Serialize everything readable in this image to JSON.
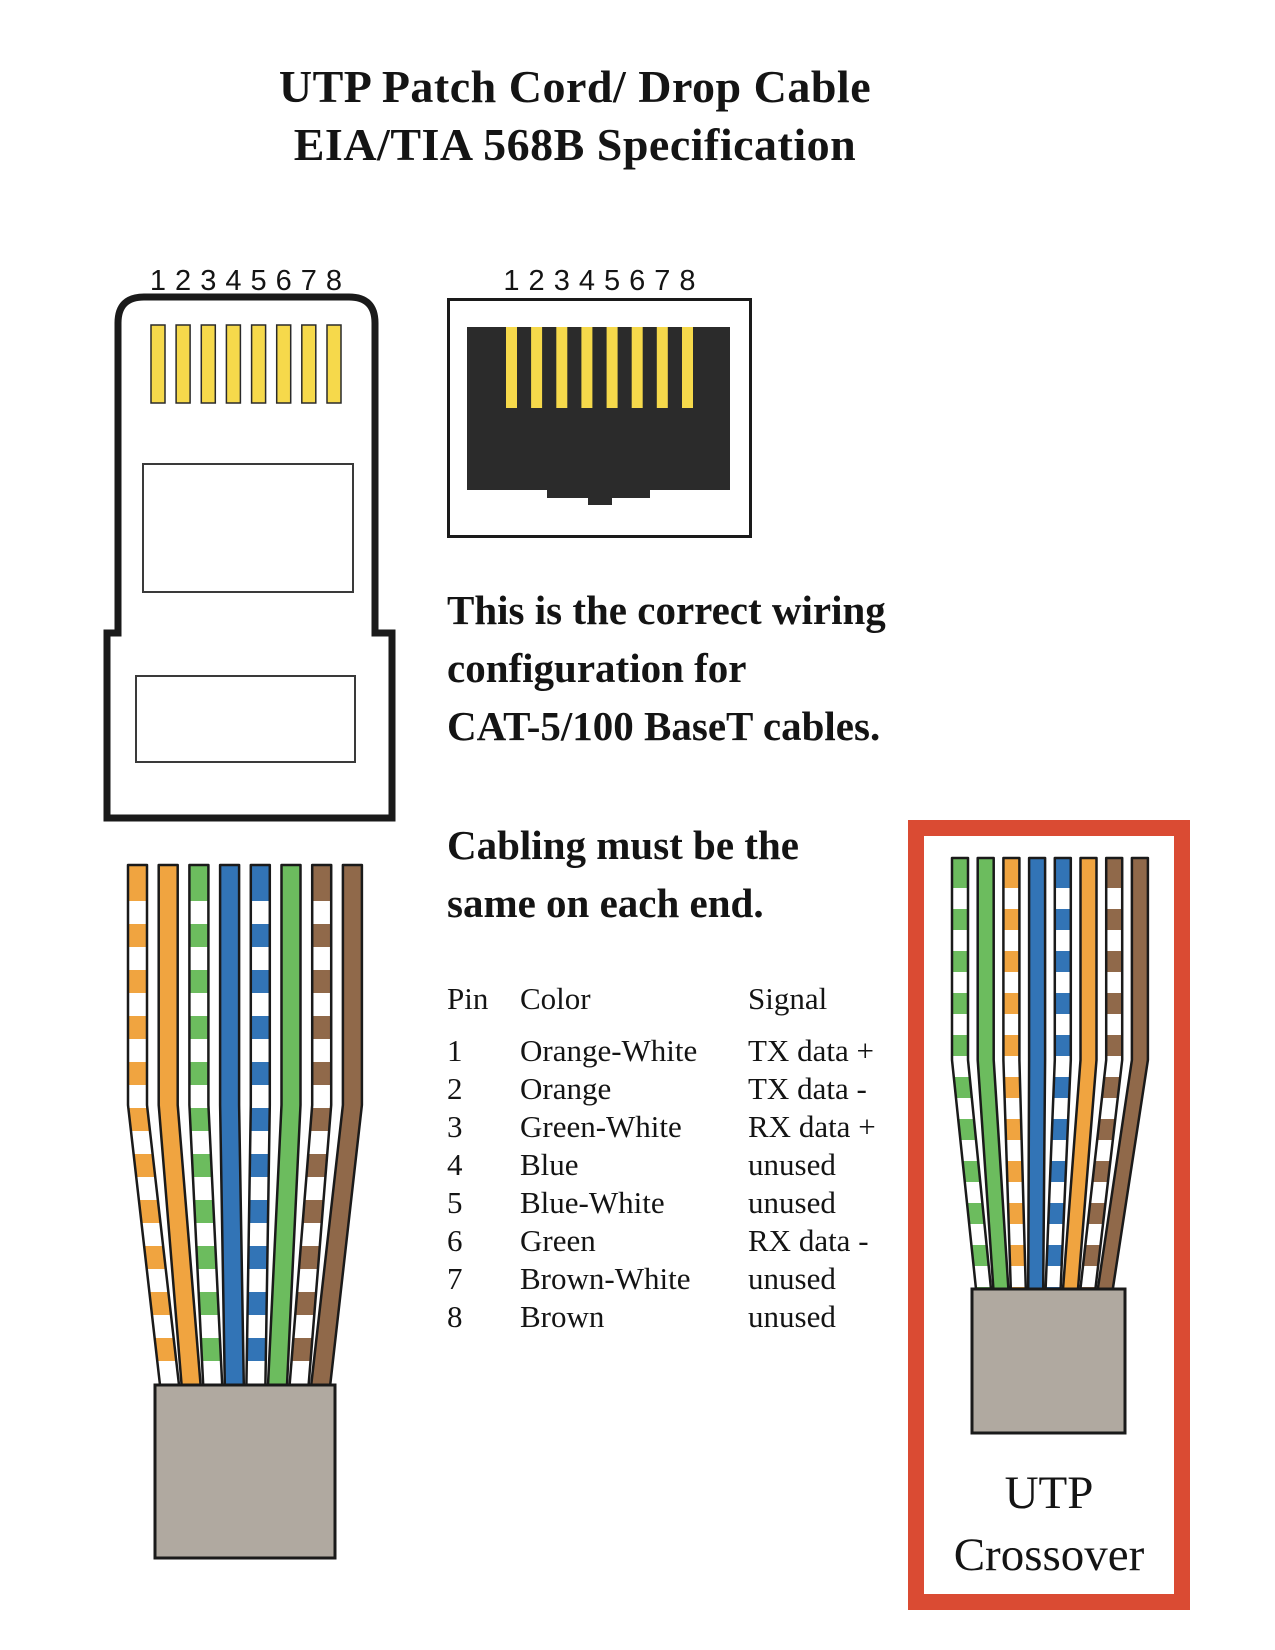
{
  "title": {
    "line1": "UTP Patch Cord/ Drop Cable",
    "line2": "EIA/TIA 568B Specification"
  },
  "pin_numbers": [
    "1",
    "2",
    "3",
    "4",
    "5",
    "6",
    "7",
    "8"
  ],
  "notes": {
    "wiring": [
      "This is the correct wiring",
      "configuration for",
      "CAT-5/100 BaseT cables."
    ],
    "cabling": [
      "Cabling must be the",
      "same on each end."
    ]
  },
  "pin_table": {
    "headers": [
      "Pin",
      "Color",
      "Signal"
    ],
    "rows": [
      {
        "pin": "1",
        "color": "Orange-White",
        "signal": "TX data +"
      },
      {
        "pin": "2",
        "color": "Orange",
        "signal": "TX data -"
      },
      {
        "pin": "3",
        "color": "Green-White",
        "signal": "RX data +"
      },
      {
        "pin": "4",
        "color": "Blue",
        "signal": "unused"
      },
      {
        "pin": "5",
        "color": "Blue-White",
        "signal": "unused"
      },
      {
        "pin": "6",
        "color": "Green",
        "signal": "RX data -"
      },
      {
        "pin": "7",
        "color": "Brown-White",
        "signal": "unused"
      },
      {
        "pin": "8",
        "color": "Brown",
        "signal": "unused"
      }
    ]
  },
  "crossover_label": [
    "UTP",
    "Crossover"
  ],
  "colors": {
    "pin_gold": "#F6D94B",
    "jack_body": "#2B2B2B",
    "wire_orange": "#F0A440",
    "wire_green": "#6CBC5E",
    "wire_blue": "#3274B6",
    "wire_brown": "#90694A",
    "jacket_gray": "#B0A9A0",
    "crossover_border_red": "#DA4B33",
    "outline": "#1A1A1A"
  },
  "cables": {
    "straight": {
      "wires": [
        {
          "name": "orange-white",
          "base": "wire_orange",
          "striped": true
        },
        {
          "name": "orange",
          "base": "wire_orange",
          "striped": false
        },
        {
          "name": "green-white",
          "base": "wire_green",
          "striped": true
        },
        {
          "name": "blue",
          "base": "wire_blue",
          "striped": false
        },
        {
          "name": "blue-white",
          "base": "wire_blue",
          "striped": true
        },
        {
          "name": "green",
          "base": "wire_green",
          "striped": false
        },
        {
          "name": "brown-white",
          "base": "wire_brown",
          "striped": true
        },
        {
          "name": "brown",
          "base": "wire_brown",
          "striped": false
        }
      ]
    },
    "crossover": {
      "wires": [
        {
          "name": "green-white",
          "base": "wire_green",
          "striped": true
        },
        {
          "name": "green",
          "base": "wire_green",
          "striped": false
        },
        {
          "name": "orange-white",
          "base": "wire_orange",
          "striped": true
        },
        {
          "name": "blue",
          "base": "wire_blue",
          "striped": false
        },
        {
          "name": "blue-white",
          "base": "wire_blue",
          "striped": true
        },
        {
          "name": "orange",
          "base": "wire_orange",
          "striped": false
        },
        {
          "name": "brown-white",
          "base": "wire_brown",
          "striped": true
        },
        {
          "name": "brown",
          "base": "wire_brown",
          "striped": false
        }
      ]
    }
  }
}
